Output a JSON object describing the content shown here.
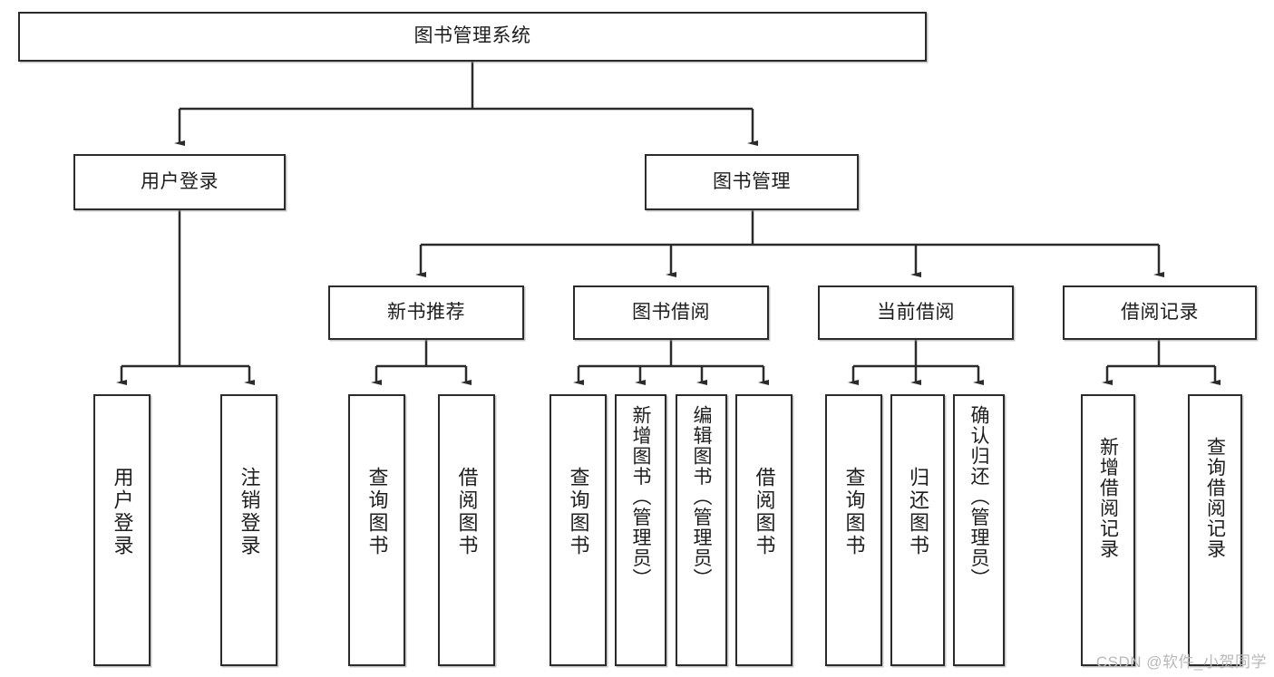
{
  "diagram": {
    "title": "图书管理系统",
    "watermark": "CSDN @软件_小贺同学",
    "line_color": "#2b2b2b",
    "box_fill": "#ffffff",
    "text_color": "#1d1d1d",
    "levels": {
      "root": {
        "label": "图书管理系统"
      },
      "level2": [
        {
          "label": "用户登录"
        },
        {
          "label": "图书管理"
        }
      ],
      "level3": [
        {
          "label": "新书推荐"
        },
        {
          "label": "图书借阅"
        },
        {
          "label": "当前借阅"
        },
        {
          "label": "借阅记录"
        }
      ],
      "leaves": [
        {
          "label": "用户登录"
        },
        {
          "label": "注销登录"
        },
        {
          "label": "查询图书"
        },
        {
          "label": "借阅图书"
        },
        {
          "label": "查询图书"
        },
        {
          "label": "新增图书（管理员）"
        },
        {
          "label": "编辑图书（管理员）"
        },
        {
          "label": "借阅图书"
        },
        {
          "label": "查询图书"
        },
        {
          "label": "归还图书"
        },
        {
          "label": "确认归还（管理员）"
        },
        {
          "label": "新增借阅记录"
        },
        {
          "label": "查询借阅记录"
        }
      ]
    }
  }
}
